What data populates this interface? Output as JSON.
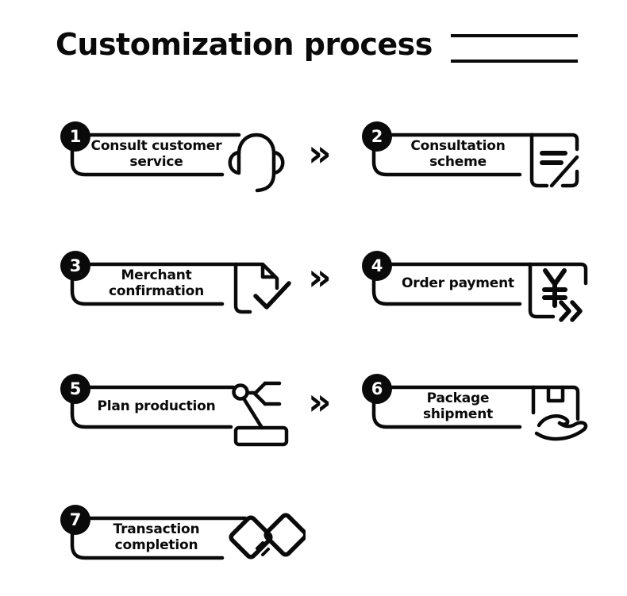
{
  "title": "Customization process",
  "flow_arrow_glyph": "»",
  "colors": {
    "ink": "#0a0a0a",
    "background": "#ffffff"
  },
  "steps": [
    {
      "number": "1",
      "label_lines": [
        "Consult customer",
        "service"
      ],
      "icon": "headset"
    },
    {
      "number": "2",
      "label_lines": [
        "Consultation",
        "scheme"
      ],
      "icon": "consultation-document"
    },
    {
      "number": "3",
      "label_lines": [
        "Merchant",
        "confirmation"
      ],
      "icon": "document-check"
    },
    {
      "number": "4",
      "label_lines": [
        "Order payment"
      ],
      "icon": "yen-arrows"
    },
    {
      "number": "5",
      "label_lines": [
        "Plan production"
      ],
      "icon": "robot-arm"
    },
    {
      "number": "6",
      "label_lines": [
        "Package",
        "shipment"
      ],
      "icon": "box-on-hand"
    },
    {
      "number": "7",
      "label_lines": [
        "Transaction",
        "completion"
      ],
      "icon": "handshake"
    }
  ]
}
